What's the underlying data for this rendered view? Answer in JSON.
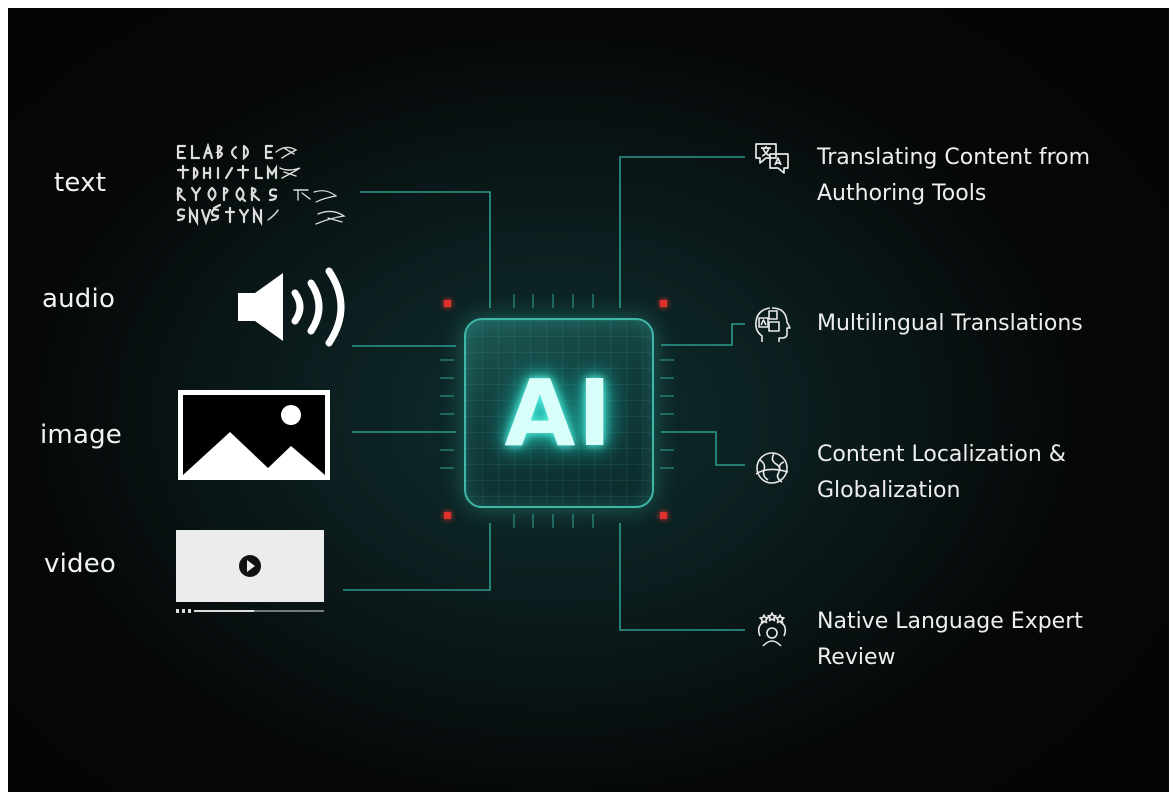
{
  "colors": {
    "background": "#050505",
    "wire": "#2fa898",
    "chip_glow": "#5ff4e4",
    "led": "#e0312f",
    "text": "#f2f2f2"
  },
  "chip": {
    "label": "AI"
  },
  "inputs": [
    {
      "label": "text",
      "icon": "text-glyphs-icon"
    },
    {
      "label": "audio",
      "icon": "speaker-icon"
    },
    {
      "label": "image",
      "icon": "image-icon"
    },
    {
      "label": "video",
      "icon": "video-player-icon"
    }
  ],
  "outputs": [
    {
      "label_lines": [
        "Translating Content from",
        "Authoring Tools"
      ],
      "icon": "translate-bubbles-icon"
    },
    {
      "label_lines": [
        "Multilingual Translations"
      ],
      "icon": "multilingual-head-icon"
    },
    {
      "label_lines": [
        "Content Localization &",
        "Globalization"
      ],
      "icon": "globe-icon"
    },
    {
      "label_lines": [
        "Native Language Expert",
        "Review"
      ],
      "icon": "expert-review-icon"
    }
  ]
}
